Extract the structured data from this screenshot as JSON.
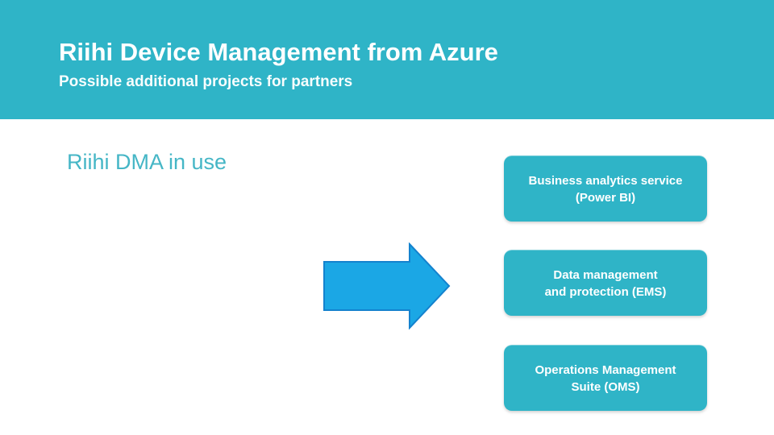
{
  "slide": {
    "header": {
      "title": "Riihi Device Management from Azure",
      "subtitle": "Possible additional projects for partners"
    },
    "body": {
      "section_heading": "Riihi DMA in use",
      "arrow_icon": "right-block-arrow",
      "boxes": [
        {
          "name": "business-analytics-service",
          "line1": "Business analytics service",
          "line2": "(Power BI)"
        },
        {
          "name": "data-management-protection",
          "line1": "Data management",
          "line2": "and protection (EMS)"
        },
        {
          "name": "operations-management-suite",
          "line1": "Operations Management",
          "line2": "Suite (OMS)"
        }
      ]
    },
    "colors": {
      "teal": "#2FB4C7",
      "heading_text": "#45B6C6",
      "arrow_fill": "#1BA7E5",
      "arrow_border": "#1482CE",
      "text_on_teal": "#FFFFFF",
      "background": "#FFFFFF"
    }
  }
}
